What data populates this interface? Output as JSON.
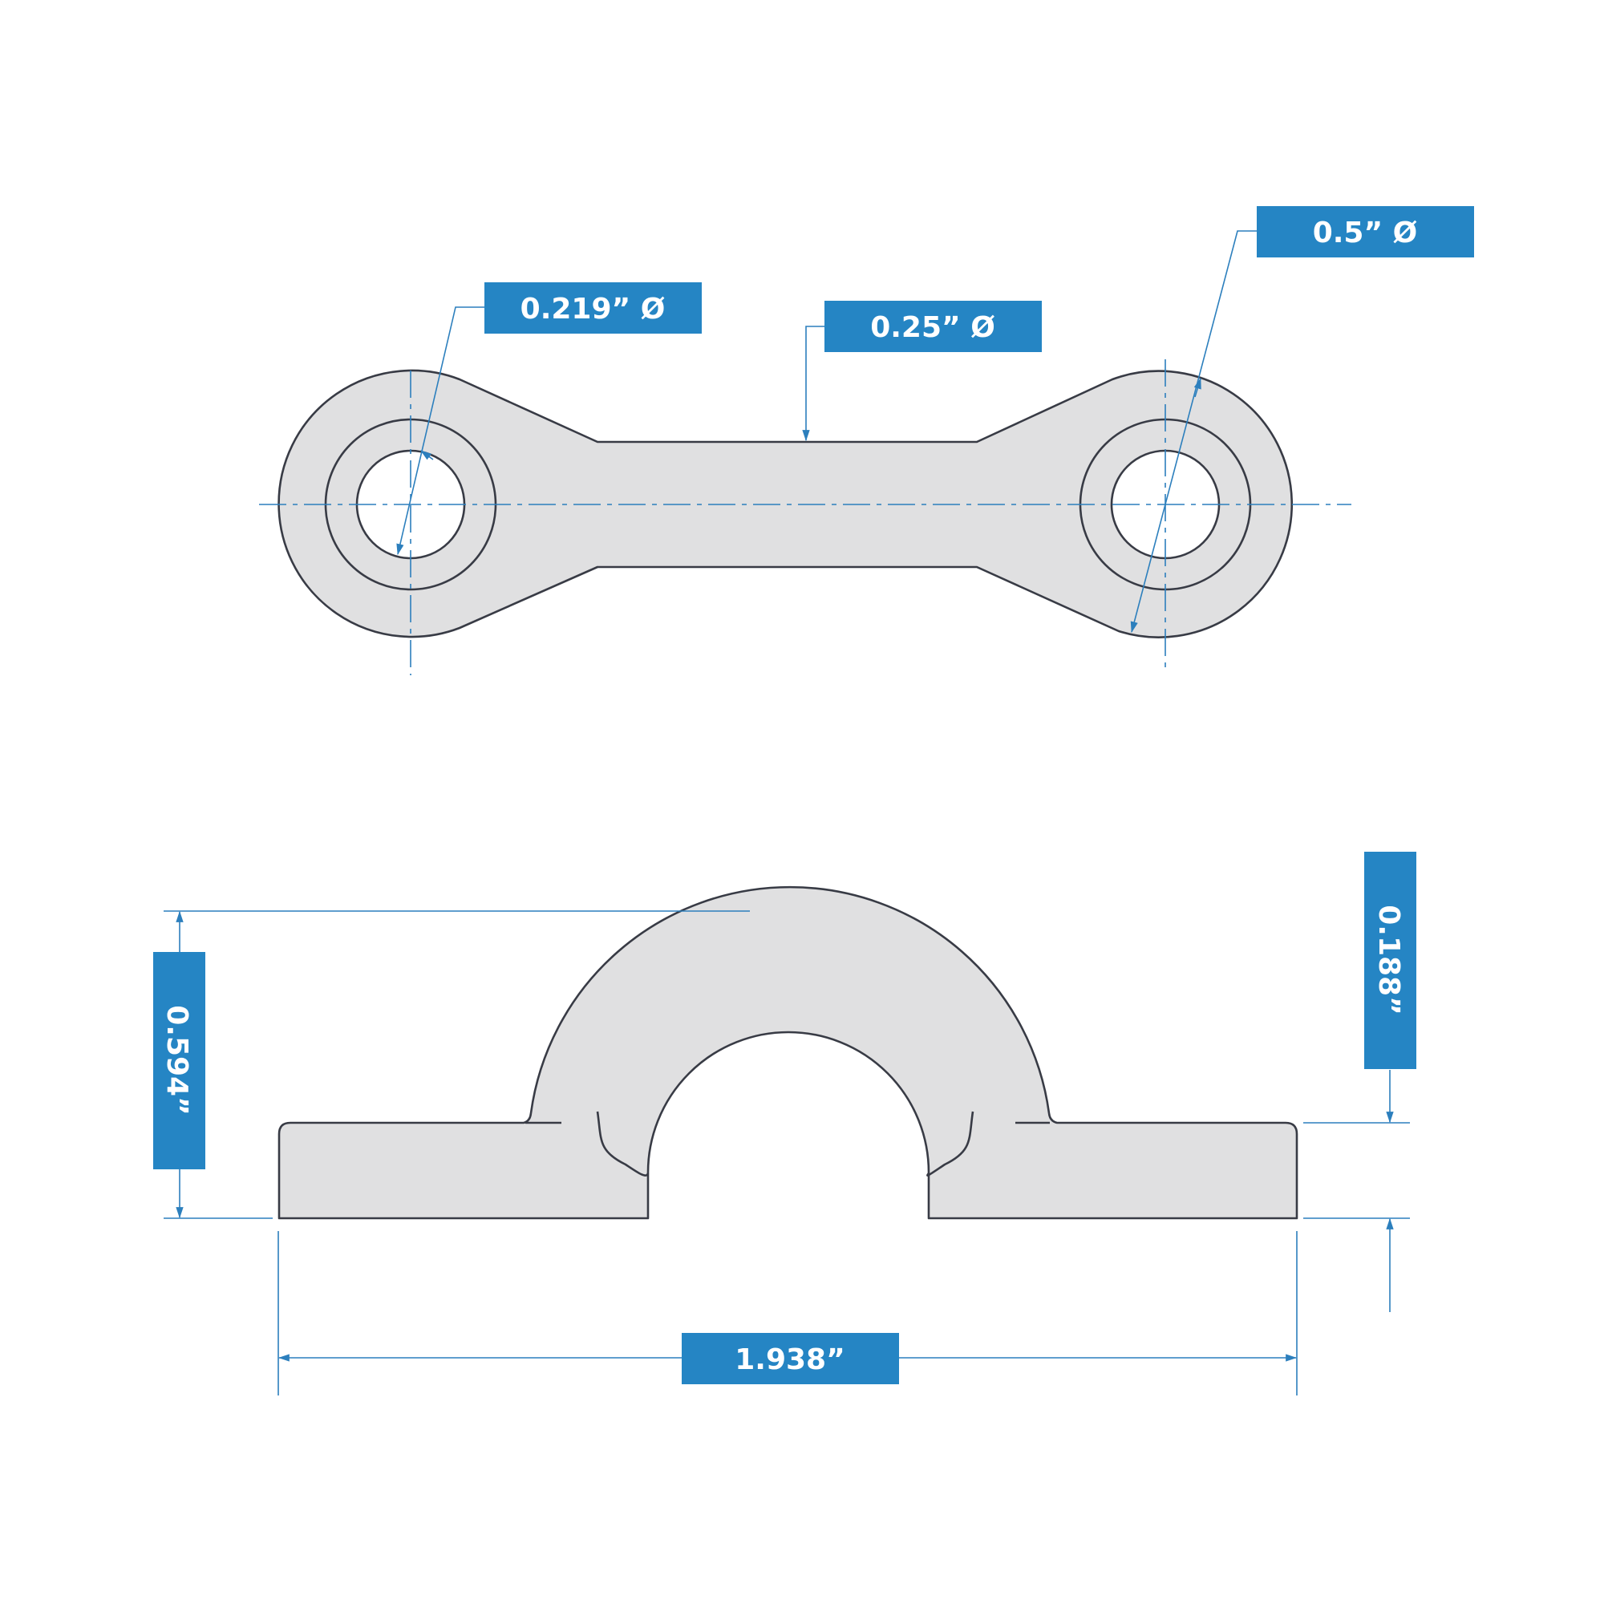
{
  "dimensions": {
    "inner_hole_diameter": "0.219” Ø",
    "bar_width": "0.25” Ø",
    "outer_eye_diameter": "0.5” Ø",
    "overall_height": "0.594”",
    "base_thickness": "0.188”",
    "overall_length": "1.938”"
  },
  "colors": {
    "part_fill": "#e0e0e1",
    "outline": "#383b45",
    "dimension_line": "#2c7fbd",
    "label_box": "#2585c4",
    "label_text": "#ffffff"
  }
}
